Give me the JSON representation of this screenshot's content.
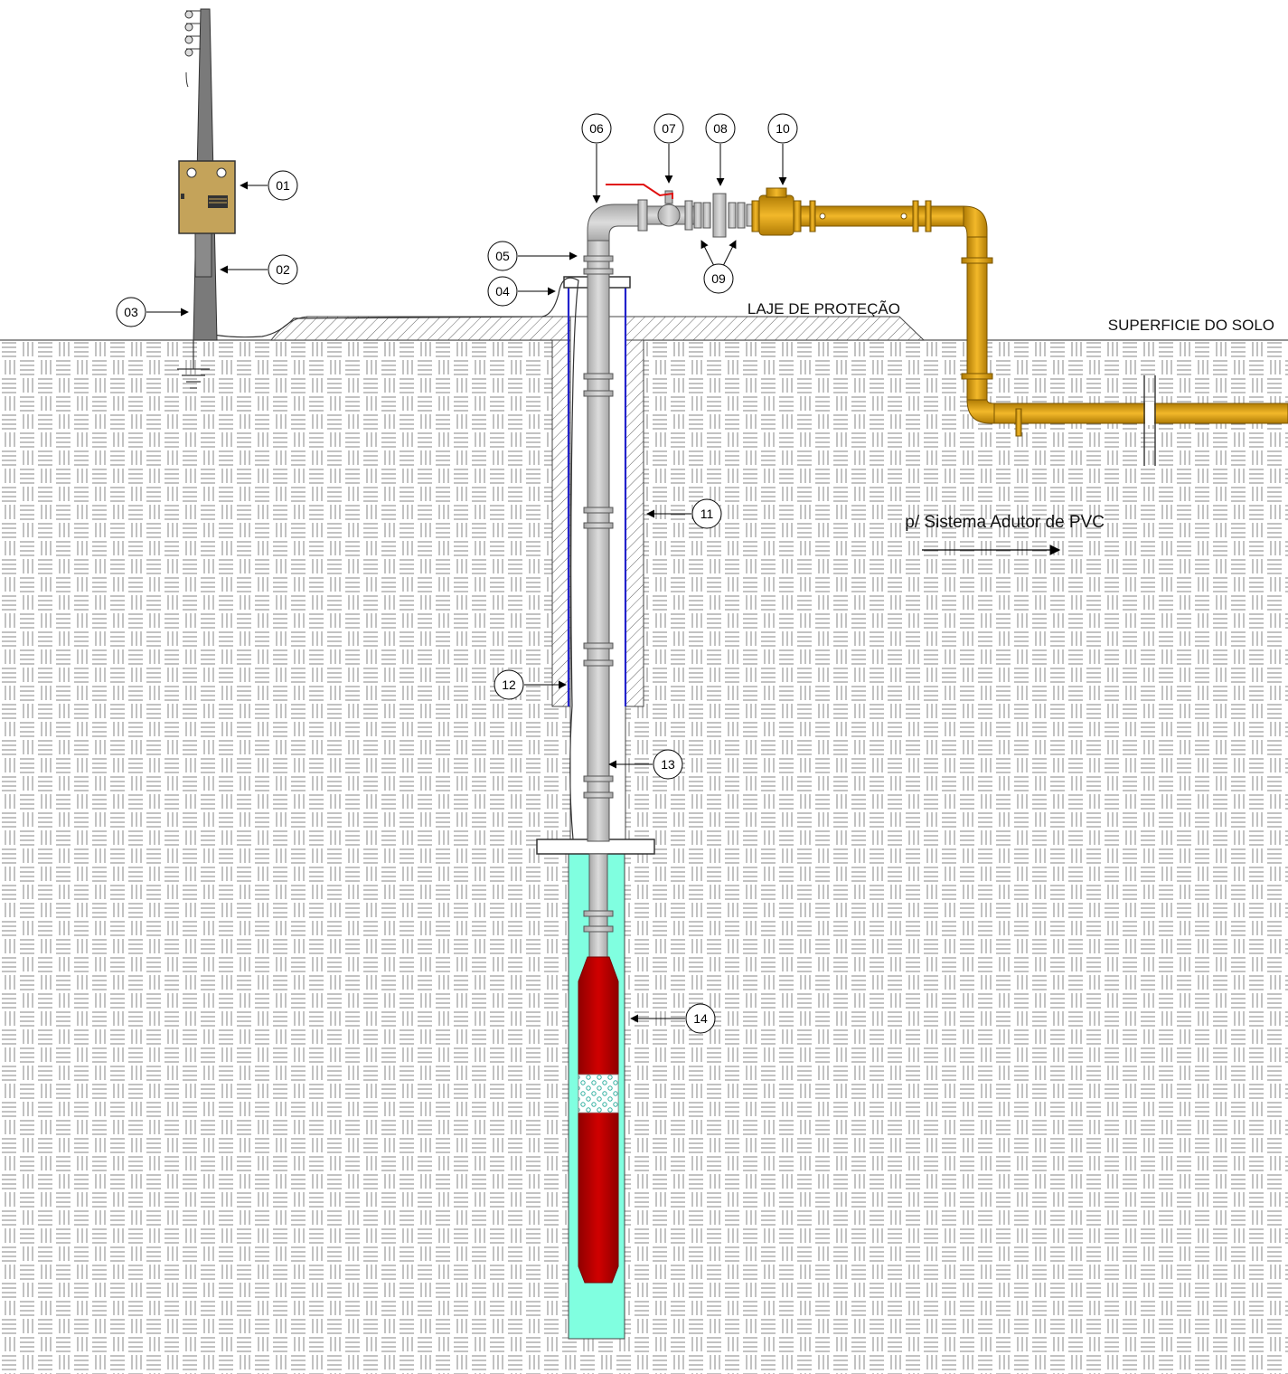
{
  "labels": {
    "surface": "SUPERFICIE DO SOLO",
    "slab": "LAJE DE PROTEÇÃO",
    "outlet": "p/ Sistema Adutor de PVC"
  },
  "callouts": [
    "01",
    "02",
    "03",
    "04",
    "05",
    "06",
    "07",
    "08",
    "09",
    "10",
    "11",
    "12",
    "13",
    "14"
  ],
  "colors": {
    "pipe_yellow": "#E0A013",
    "steel_gray": "#C8C8C8",
    "well_water": "#80FFE0",
    "pump_red": "#BE0000",
    "casing_blue": "#2222CC",
    "panel_tan": "#C4A35A",
    "pole_gray": "#7A7A7A",
    "cable_red": "#E01010"
  }
}
